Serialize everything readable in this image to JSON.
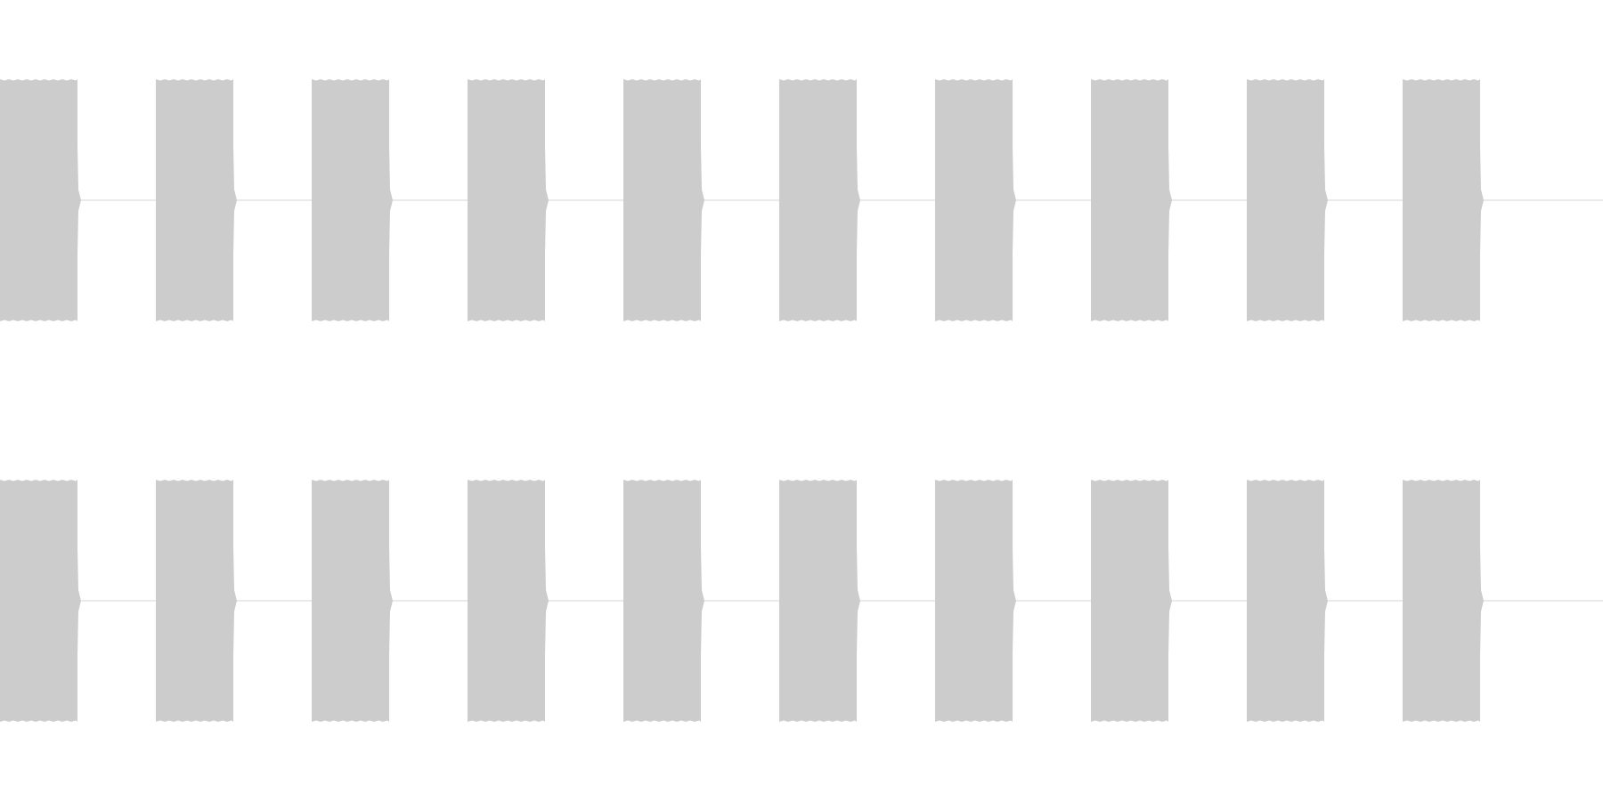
{
  "tracks": [
    {
      "id": "channel-1",
      "bursts": 10
    },
    {
      "id": "channel-2",
      "bursts": 10
    }
  ],
  "colors": {
    "background": "#ffffff",
    "waveform": "#cccccc",
    "baseline": "#d5d5d5"
  }
}
